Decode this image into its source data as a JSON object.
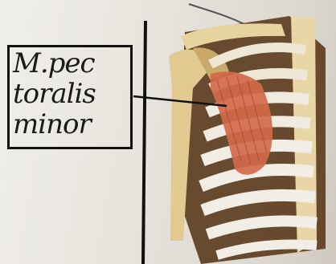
{
  "annotation": {
    "lines": [
      "M.pec",
      "toralis",
      "minor"
    ]
  },
  "colors": {
    "background": "#e6e3dc",
    "ink": "#111111",
    "bone": "#d9c79a",
    "bone_shadow": "#6e4a22",
    "muscle": "#d2694a",
    "rib_white": "#f2eee6"
  }
}
